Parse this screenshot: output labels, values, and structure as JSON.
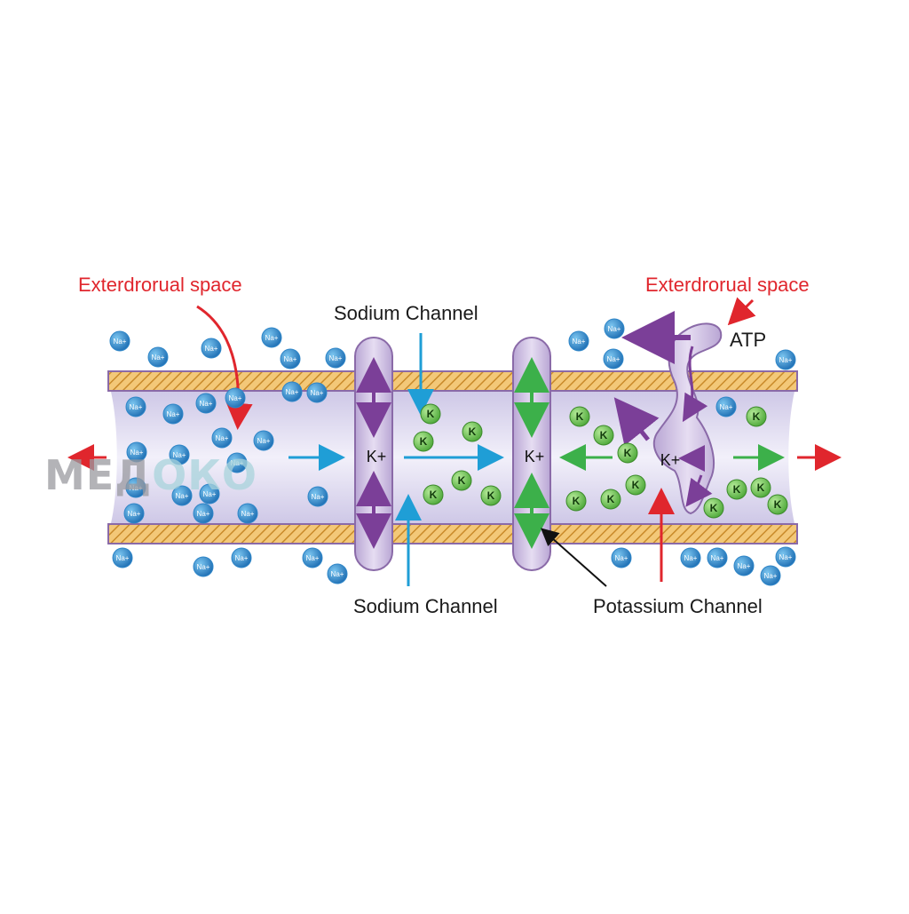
{
  "labels": {
    "extracellular_left": "Exterdrorual space",
    "extracellular_right": "Exterdrorual space",
    "sodium_channel_top": "Sodium Channel",
    "sodium_channel_bottom": "Sodium Channel",
    "potassium_channel": "Potassium Channel",
    "atp": "ATP"
  },
  "channel_ion_labels": [
    "K+",
    "K+",
    "K+"
  ],
  "ions": {
    "sodium_text": "Na+",
    "potassium_text": "K"
  },
  "watermark": {
    "part1": "МЕД",
    "part2": "ОКО"
  },
  "colors": {
    "sodium_ion": "#2f86c8",
    "potassium_ion": "#6cc04a",
    "channel": "#c8b6dc",
    "channel_stroke": "#8a6aa8",
    "membrane": "#e6b45a",
    "axon_fill": "#dcd8ee",
    "label_red": "#e0262d",
    "arrow_blue": "#1f9ed6",
    "arrow_green": "#3cb04a",
    "arrow_purple": "#7b3f98",
    "arrow_red": "#e0262d"
  }
}
